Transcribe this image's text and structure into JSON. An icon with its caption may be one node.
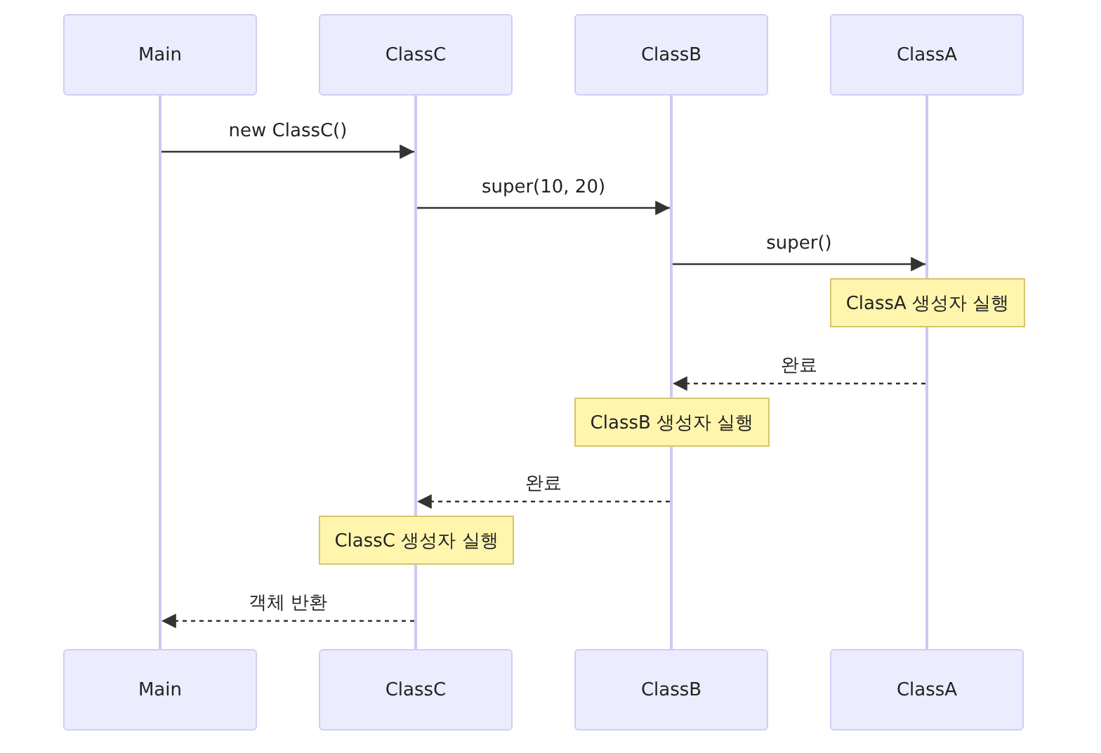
{
  "diagram": {
    "nodes": [
      {
        "text": [
          "Main"
        ]
      },
      {
        "text": [
          "ClassC"
        ]
      },
      {
        "text": [
          "ClassB"
        ]
      },
      {
        "text": [
          "ClassA"
        ]
      },
      {
        "text": [],
        "shape": "bar"
      },
      {
        "text": [],
        "shape": "bar"
      },
      {
        "text": [],
        "shape": "bar"
      },
      {
        "text": [],
        "shape": "bar"
      },
      {
        "text": [
          "ClassA 생성자 실행"
        ]
      },
      {
        "text": [],
        "shape": "bar"
      },
      {
        "text": [
          "ClassB 생성자 실행"
        ]
      },
      {
        "text": [],
        "shape": "bar"
      },
      {
        "text": [
          "ClassC 생성자 실행"
        ]
      },
      {
        "text": [],
        "shape": "bar"
      },
      {
        "text": [
          "Main"
        ]
      },
      {
        "text": [
          "ClassC"
        ]
      },
      {
        "text": [
          "ClassB"
        ]
      },
      {
        "text": [
          "ClassA"
        ]
      }
    ],
    "edges": [
      {
        "from": 4,
        "to": 5,
        "arrow": "to",
        "label": "new ClassC()"
      },
      {
        "from": 5,
        "to": 6,
        "arrow": "to",
        "label": "super(10, 20)"
      },
      {
        "from": 6,
        "to": 7,
        "arrow": "to",
        "label": "super()"
      },
      {
        "from": 9,
        "to": 6,
        "arrow": "to",
        "label": "완료",
        "style": "dashed"
      },
      {
        "from": 11,
        "to": 5,
        "arrow": "to",
        "label": "완료",
        "style": "dashed"
      },
      {
        "from": 13,
        "to": 4,
        "arrow": "to",
        "label": "객체 반환",
        "style": "dashed"
      }
    ]
  }
}
